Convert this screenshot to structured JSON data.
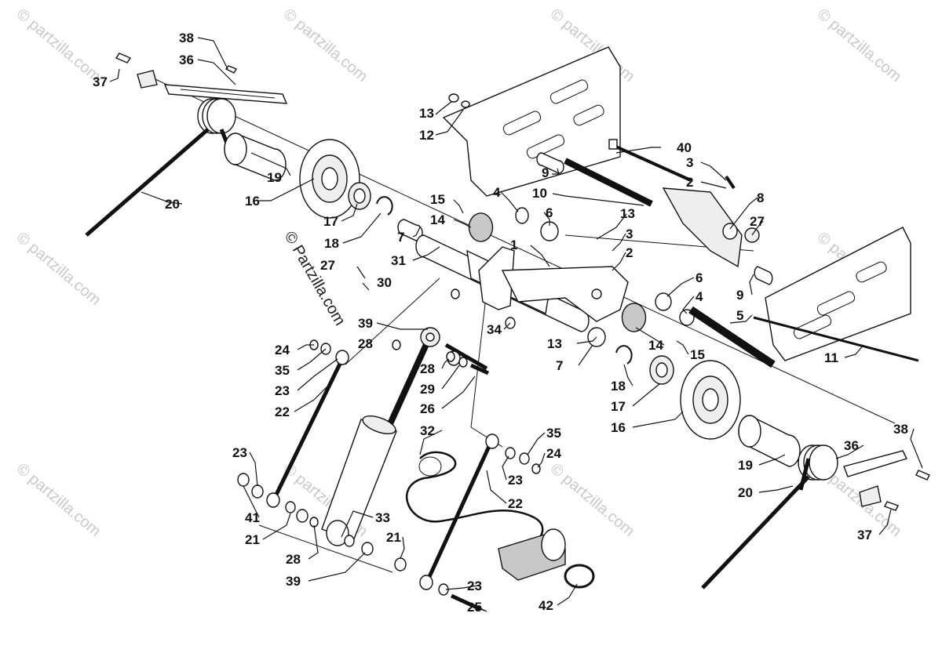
{
  "watermarks": {
    "text": "© Partzilla.com",
    "faint_text": "© partzilla.com"
  },
  "callouts": {
    "c38a": "38",
    "c36a": "36",
    "c37a": "37",
    "c19a": "19",
    "c16a": "16",
    "c20a": "20",
    "c17a": "17",
    "c18a": "18",
    "c13a": "13",
    "c12a": "12",
    "c40": "40",
    "c3a": "3",
    "c2a": "2",
    "c8": "8",
    "c27a": "27",
    "c9a": "9",
    "c10": "10",
    "c4a": "4",
    "c6a": "6",
    "c15a": "15",
    "c14a": "14",
    "c13b": "13",
    "c1": "1",
    "c3b": "3",
    "c2b": "2",
    "c7a": "7",
    "c31": "31",
    "c27b": "27",
    "c30": "30",
    "c39a": "39",
    "c28a": "28",
    "c34": "34",
    "c6b": "6",
    "c4b": "4",
    "c9b": "9",
    "c5": "5",
    "c13c": "13",
    "c14b": "14",
    "c15b": "15",
    "c11": "11",
    "c7b": "7",
    "c18b": "18",
    "c17b": "17",
    "c16b": "16",
    "c24a": "24",
    "c35a": "35",
    "c23a": "23",
    "c22a": "22",
    "c28b": "28",
    "c29": "29",
    "c26": "26",
    "c32": "32",
    "c35b": "35",
    "c24b": "24",
    "c23b": "23",
    "c22b": "22",
    "c23c": "23",
    "c41": "41",
    "c21a": "21",
    "c33": "33",
    "c28c": "28",
    "c39b": "39",
    "c21b": "21",
    "c23d": "23",
    "c25": "25",
    "c42": "42",
    "c38b": "38",
    "c36b": "36",
    "c19b": "19",
    "c20b": "20",
    "c37b": "37"
  }
}
